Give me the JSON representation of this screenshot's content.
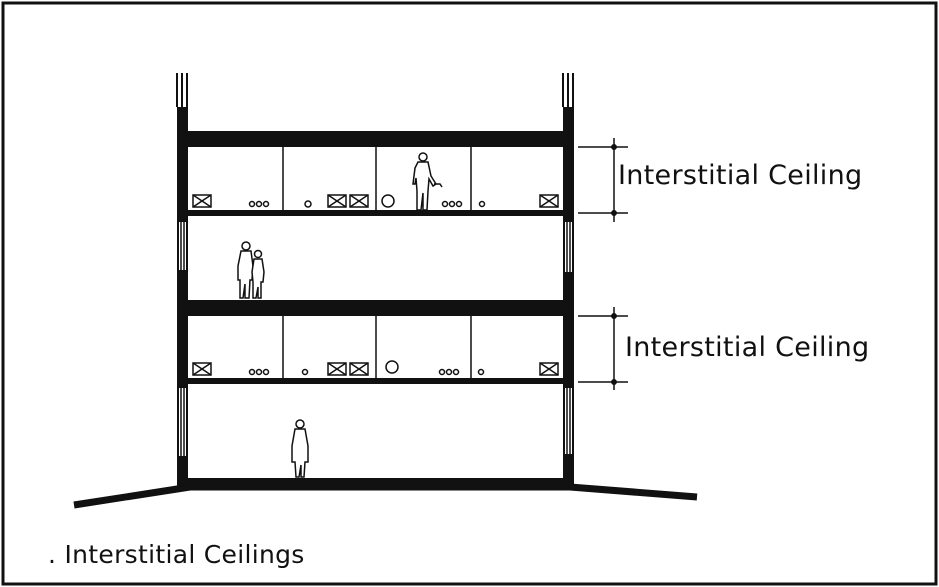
{
  "labels": {
    "upper_ceiling": "Interstitial Ceiling",
    "lower_ceiling": "Interstitial Ceiling"
  },
  "caption": ". Interstitial Ceilings"
}
